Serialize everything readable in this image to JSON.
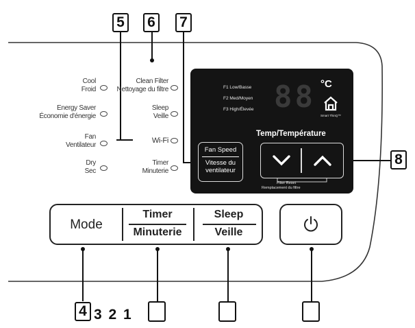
{
  "callouts": {
    "c5": "5",
    "c6": "6",
    "c7": "7",
    "c8": "8",
    "c4": "4",
    "bottom_sequence": "3 2 1"
  },
  "indicators_left": [
    {
      "en": "Cool",
      "fr": "Froid"
    },
    {
      "en": "Energy Saver",
      "fr": "Économie d'énergie"
    },
    {
      "en": "Fan",
      "fr": "Ventilateur"
    },
    {
      "en": "Dry",
      "fr": "Sec"
    }
  ],
  "indicators_right": [
    {
      "en": "Clean Filter",
      "fr": "Nettoyage du filtre"
    },
    {
      "en": "Sleep",
      "fr": "Veille"
    },
    {
      "en": "Wi-Fi",
      "fr": ""
    },
    {
      "en": "Timer",
      "fr": "Minuterie"
    }
  ],
  "display": {
    "fan_levels": [
      "F1 Low/Basse",
      "F2 Med/Moyen",
      "F3 High/Élevée"
    ],
    "segments": "88",
    "unit": "°C",
    "smart_label": "Smart ThinQ™",
    "temp_title": "Temp/Température",
    "filter_reset": [
      "Filter Reset",
      "Remplacement du filtre"
    ]
  },
  "fan_speed": {
    "en": "Fan Speed",
    "fr": "Vitesse du ventilateur"
  },
  "buttons": {
    "mode": "Mode",
    "timer_en": "Timer",
    "timer_fr": "Minuterie",
    "sleep_en": "Sleep",
    "sleep_fr": "Veille"
  },
  "colors": {
    "display_bg": "#141414",
    "outline": "#222222"
  }
}
